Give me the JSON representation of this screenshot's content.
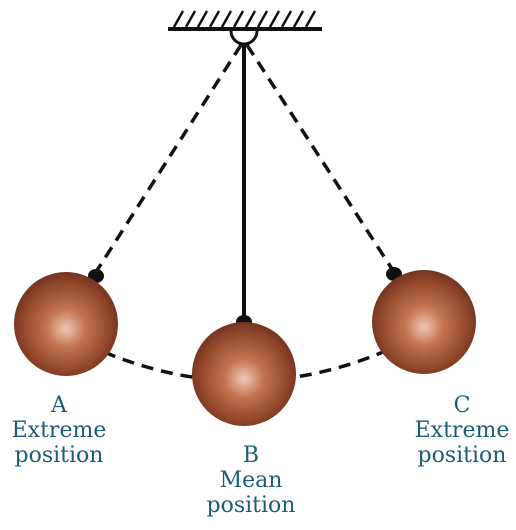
{
  "colors": {
    "bob_light": "#e7b7a5",
    "bob_mid": "#a9573a",
    "bob_dark": "#6a2e1a",
    "line": "#111111",
    "label": "#1d5c78"
  },
  "labels": {
    "A": {
      "letter": "A",
      "line1": "Extreme",
      "line2": "position"
    },
    "B": {
      "letter": "B",
      "line1": "Mean",
      "line2": "position"
    },
    "C": {
      "letter": "C",
      "line1": "Extreme",
      "line2": "position"
    }
  }
}
